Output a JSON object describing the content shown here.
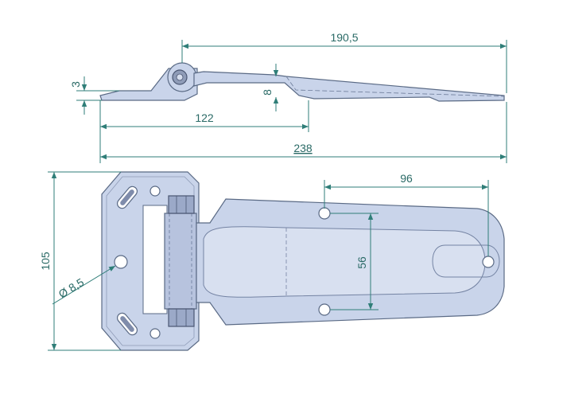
{
  "drawing": {
    "title": "",
    "dimensions": {
      "top_length": "190,5",
      "leaf_thickness": "3",
      "offset_height": "8",
      "pin_to_end": "122",
      "overall_length": "238",
      "height": "105",
      "hole_spacing_horizontal": "96",
      "hole_spacing_vertical": "56",
      "hole_diameter": "Ø 8,5"
    },
    "colors": {
      "dimension": "#2f7e78",
      "part_fill": "#c9d4ea",
      "part_edge": "#5a6a85"
    }
  }
}
